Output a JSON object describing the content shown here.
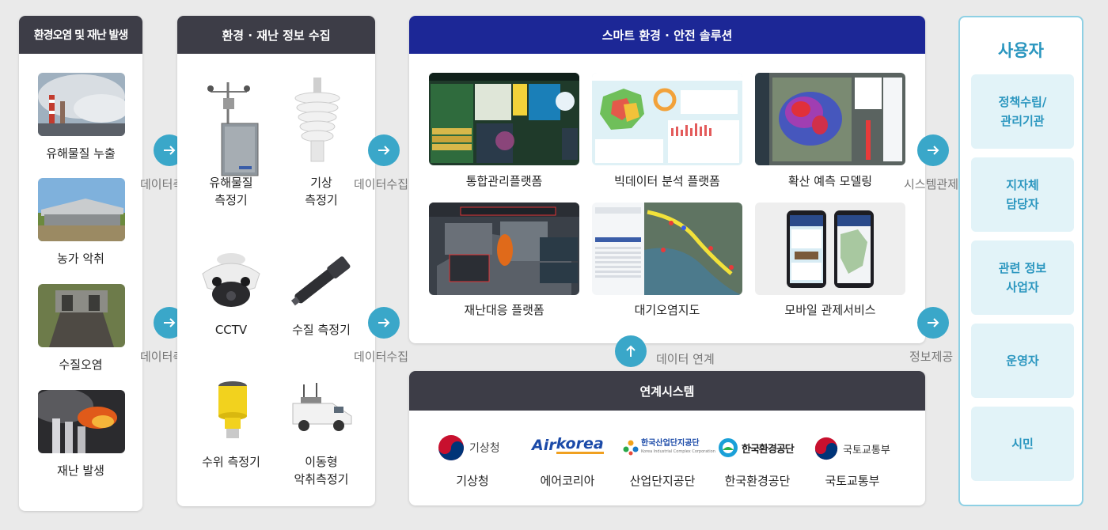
{
  "col1": {
    "header": "환경오염 및 재난 발생",
    "items": [
      "유해물질 누출",
      "농가 악취",
      "수질오염",
      "재난 발생"
    ]
  },
  "col2": {
    "header": "환경 · 재난 정보 수집",
    "items": [
      "유해물질\n측정기",
      "기상\n측정기",
      "CCTV",
      "수질 측정기",
      "수위 측정기",
      "이동형\n악취측정기"
    ]
  },
  "col3": {
    "header": "스마트 환경 · 안전 솔루션",
    "items": [
      "통합관리플랫폼",
      "빅데이터 분석 플랫폼",
      "확산 예측 모델링",
      "재난대응 플랫폼",
      "대기오염지도",
      "모바일 관제서비스"
    ]
  },
  "linked": {
    "header": "연계시스템",
    "up_label": "데이터 연계",
    "logos": {
      "kma": "기상청",
      "airkorea_air": "Air",
      "airkorea_korea": "korea",
      "kicox": "한국산업단지공단",
      "kicox_sub": "Korea Industrial Complex Corporation",
      "keco": "한국환경공단",
      "molit": "국토교통부"
    },
    "items": [
      "기상청",
      "에어코리아",
      "산업단지공단",
      "한국환경공단",
      "국토교통부"
    ]
  },
  "flow": {
    "measure1": "데이터측정",
    "measure2": "데이터측정",
    "collect1": "데이터수집",
    "collect2": "데이터수집",
    "control": "시스템관제",
    "provide": "정보제공"
  },
  "users": {
    "title": "사용자",
    "items": [
      "정책수립/\n관리기관",
      "지자체\n담당자",
      "관련 정보\n사업자",
      "운영자",
      "시민"
    ]
  },
  "colors": {
    "dark_header": "#3d3d47",
    "blue_header": "#1c2796",
    "accent": "#3aa7c9",
    "user_text": "#2a96bf",
    "user_bg": "#e2f3f8"
  }
}
